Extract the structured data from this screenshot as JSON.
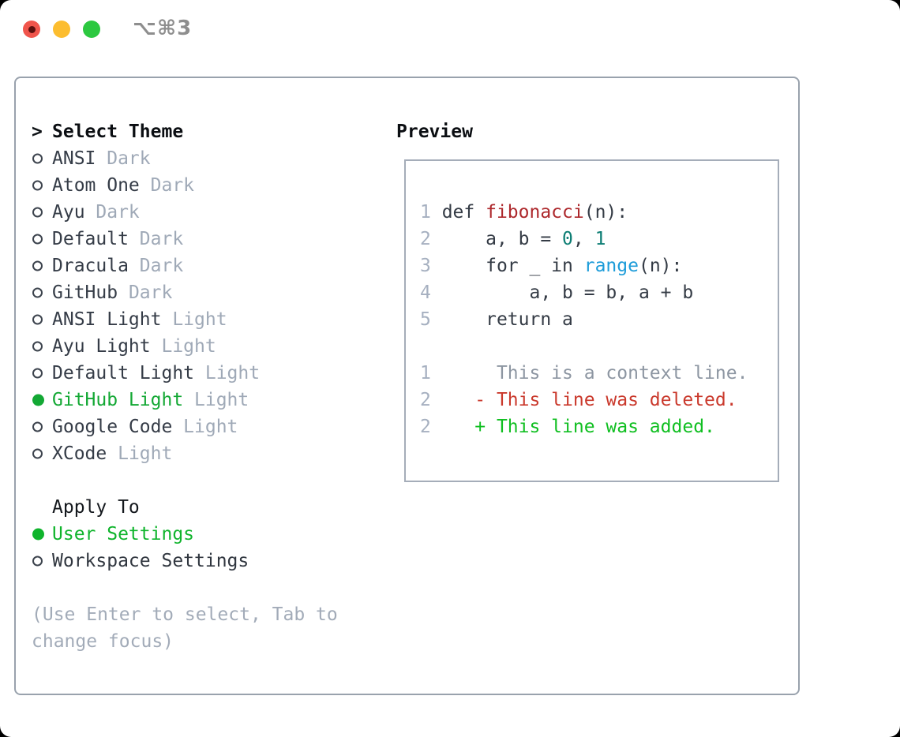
{
  "window": {
    "title": "⌥⌘3",
    "traffic_lights": [
      "close",
      "minimize",
      "zoom"
    ]
  },
  "colors": {
    "selected_theme_green": "#13a834",
    "selected_apply_green": "#0fb42c",
    "diff_added_green": "#10bf21",
    "diff_deleted_red": "#ca392c",
    "function_red": "#ad282c",
    "builtin_blue": "#1d9cd9",
    "number_teal": "#0c7d73",
    "muted_gray": "#9fa9b7",
    "traffic_red": "#f0554c",
    "traffic_yellow": "#fcbd2f",
    "traffic_green": "#2cc840"
  },
  "theme_panel": {
    "header_prefix": ">",
    "header": "Select Theme",
    "themes": [
      {
        "name": "ANSI",
        "variant": "Dark",
        "selected": false
      },
      {
        "name": "Atom One",
        "variant": "Dark",
        "selected": false
      },
      {
        "name": "Ayu",
        "variant": "Dark",
        "selected": false
      },
      {
        "name": "Default",
        "variant": "Dark",
        "selected": false
      },
      {
        "name": "Dracula",
        "variant": "Dark",
        "selected": false
      },
      {
        "name": "GitHub",
        "variant": "Dark",
        "selected": false
      },
      {
        "name": "ANSI Light",
        "variant": "Light",
        "selected": false
      },
      {
        "name": "Ayu Light",
        "variant": "Light",
        "selected": false
      },
      {
        "name": "Default Light",
        "variant": "Light",
        "selected": false
      },
      {
        "name": "GitHub Light",
        "variant": "Light",
        "selected": true
      },
      {
        "name": "Google Code",
        "variant": "Light",
        "selected": false
      },
      {
        "name": "XCode",
        "variant": "Light",
        "selected": false
      }
    ],
    "apply_to": {
      "header": "Apply To",
      "options": [
        {
          "name": "User Settings",
          "selected": true
        },
        {
          "name": "Workspace Settings",
          "selected": false
        }
      ]
    },
    "help_text": "(Use Enter to select, Tab to change focus)"
  },
  "preview": {
    "header": "Preview",
    "lines": [
      {
        "segments": [
          [
            "num",
            "1 "
          ],
          [
            "code",
            "def "
          ],
          [
            "fn",
            "fibonacci"
          ],
          [
            "code",
            "(n):"
          ]
        ]
      },
      {
        "segments": [
          [
            "num",
            "2 "
          ],
          [
            "code",
            "    a, b = "
          ],
          [
            "numlit",
            "0"
          ],
          [
            "code",
            ", "
          ],
          [
            "numlit",
            "1"
          ]
        ]
      },
      {
        "segments": [
          [
            "num",
            "3 "
          ],
          [
            "code",
            "    for _ in "
          ],
          [
            "blt",
            "range"
          ],
          [
            "code",
            "(n):"
          ]
        ]
      },
      {
        "segments": [
          [
            "num",
            "4 "
          ],
          [
            "code",
            "        a, b = b, a + b"
          ]
        ]
      },
      {
        "segments": [
          [
            "num",
            "5 "
          ],
          [
            "code",
            "    return a"
          ]
        ]
      },
      {
        "segments": []
      },
      {
        "segments": [
          [
            "num",
            "1 "
          ],
          [
            "ctx",
            "     This is a context line."
          ]
        ]
      },
      {
        "segments": [
          [
            "num",
            "2 "
          ],
          [
            "del",
            "   - This line was deleted."
          ]
        ]
      },
      {
        "segments": [
          [
            "num",
            "2 "
          ],
          [
            "add",
            "   + This line was added."
          ]
        ]
      }
    ]
  }
}
